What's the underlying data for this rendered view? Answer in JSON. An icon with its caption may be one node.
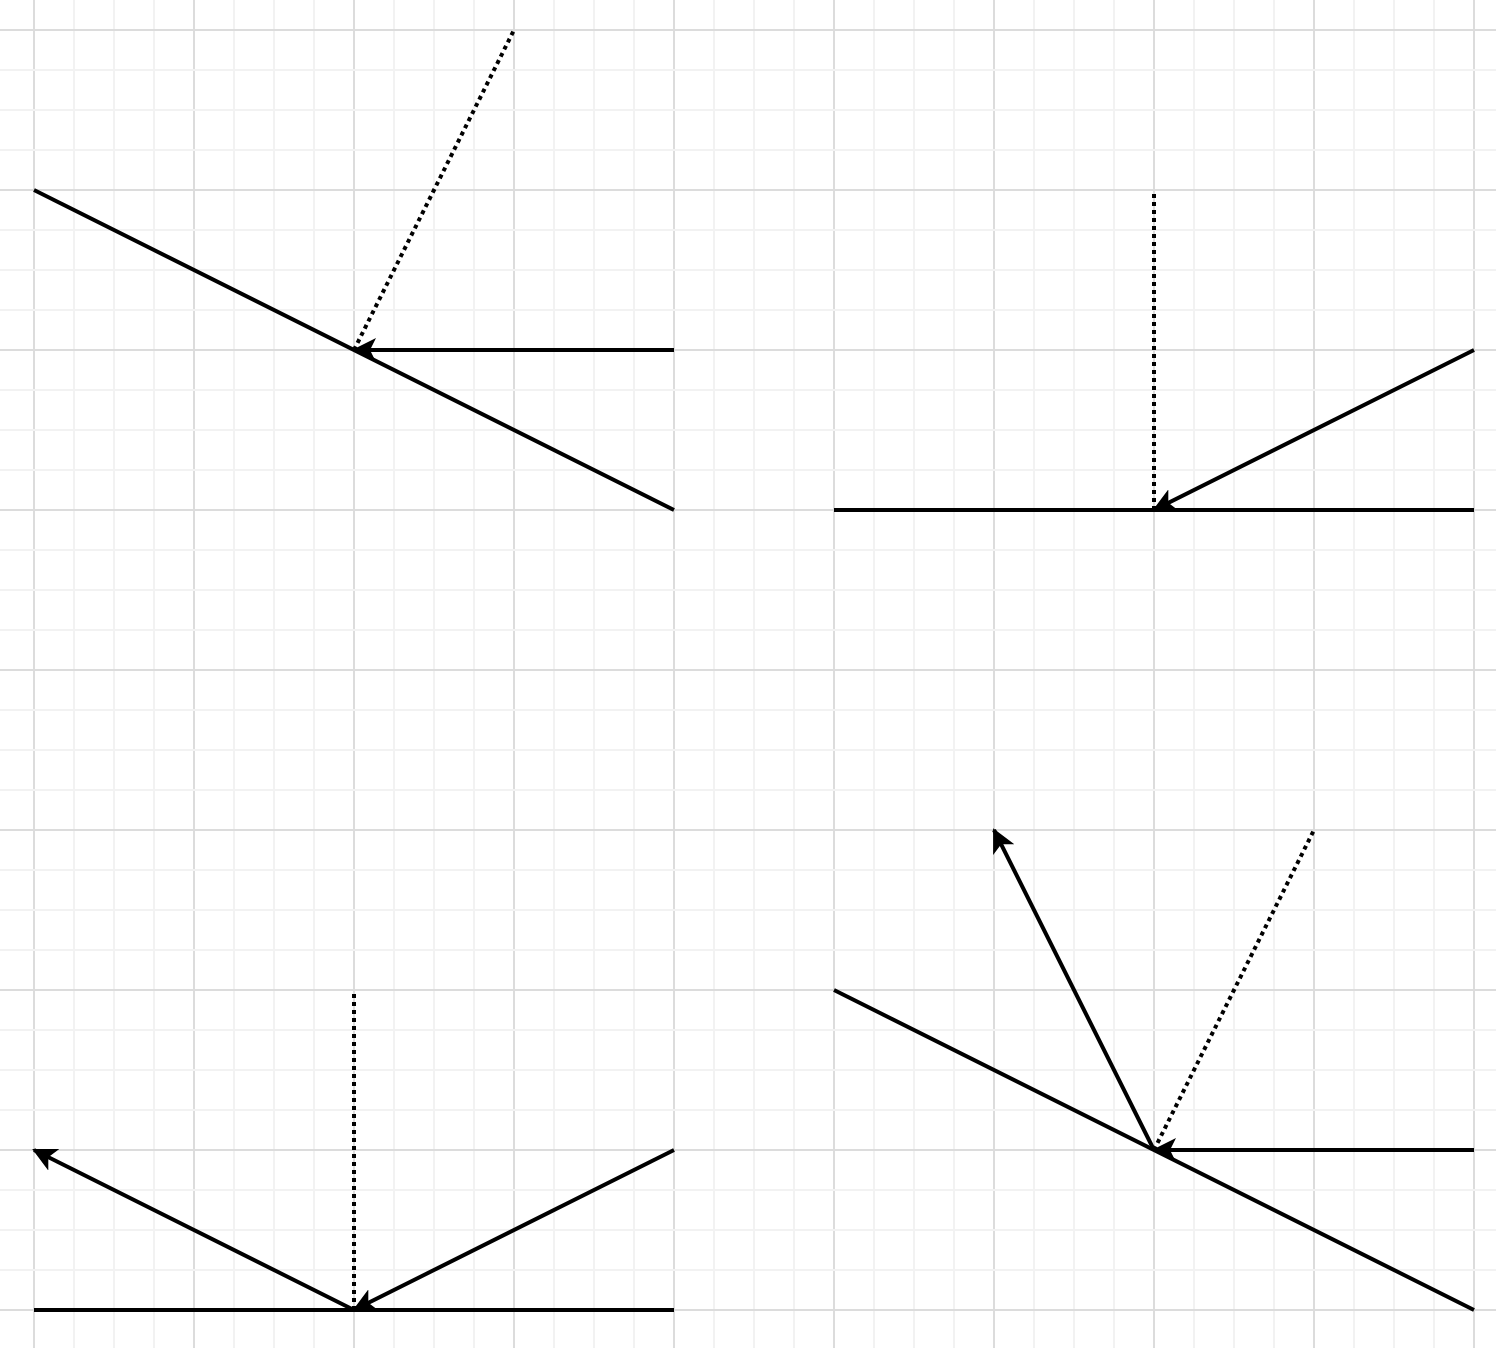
{
  "diagram": {
    "nodes": [
      {
        "text": [],
        "shape": "line"
      },
      {
        "text": [],
        "shape": "line"
      },
      {
        "text": [],
        "shape": "line"
      },
      {
        "text": [],
        "shape": "line"
      }
    ],
    "edges": [
      {
        "from": null,
        "to": 0,
        "arrow": "to"
      },
      {
        "from": 0,
        "to": null,
        "arrow": "none",
        "style": "dashed"
      },
      {
        "from": null,
        "to": 1,
        "arrow": "to"
      },
      {
        "from": 1,
        "to": null,
        "arrow": "none",
        "style": "dashed"
      },
      {
        "from": null,
        "to": 2,
        "arrow": "to"
      },
      {
        "from": 2,
        "to": null,
        "arrow": "to"
      },
      {
        "from": 2,
        "to": null,
        "arrow": "none",
        "style": "dashed"
      },
      {
        "from": null,
        "to": 3,
        "arrow": "to"
      },
      {
        "from": 3,
        "to": null,
        "arrow": "to"
      },
      {
        "from": 3,
        "to": null,
        "arrow": "none",
        "style": "dashed"
      }
    ]
  }
}
